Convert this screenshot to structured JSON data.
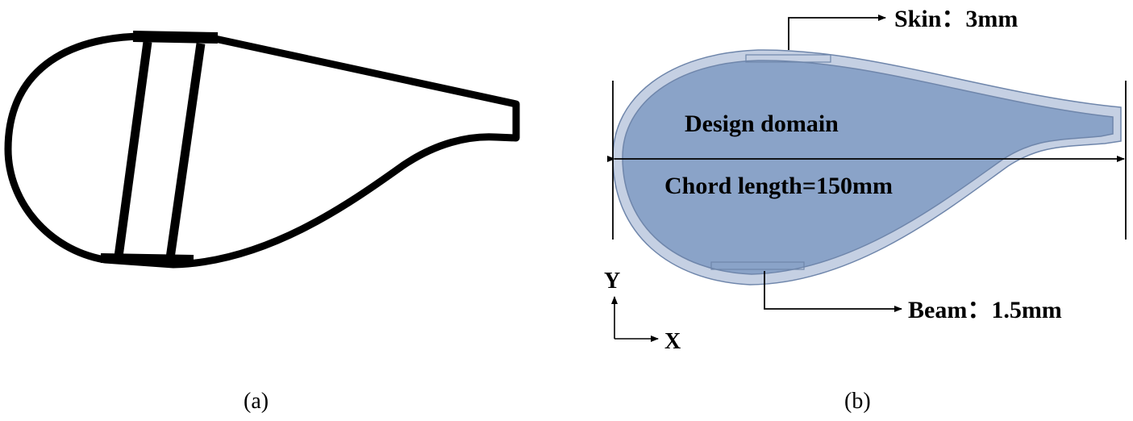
{
  "panel_a": {
    "caption": "(a)"
  },
  "panel_b": {
    "caption": "(b)",
    "skin_label": "Skin：3mm",
    "beam_label": "Beam：1.5mm",
    "domain_label": "Design domain",
    "chord_label": "Chord length=150mm",
    "axis_y": "Y",
    "axis_x": "X"
  },
  "colors": {
    "outline": "#000000",
    "skin_fill": "#c5d0e3",
    "domain_fill": "#8aa3c8",
    "domain_stroke": "#6f86ab"
  }
}
